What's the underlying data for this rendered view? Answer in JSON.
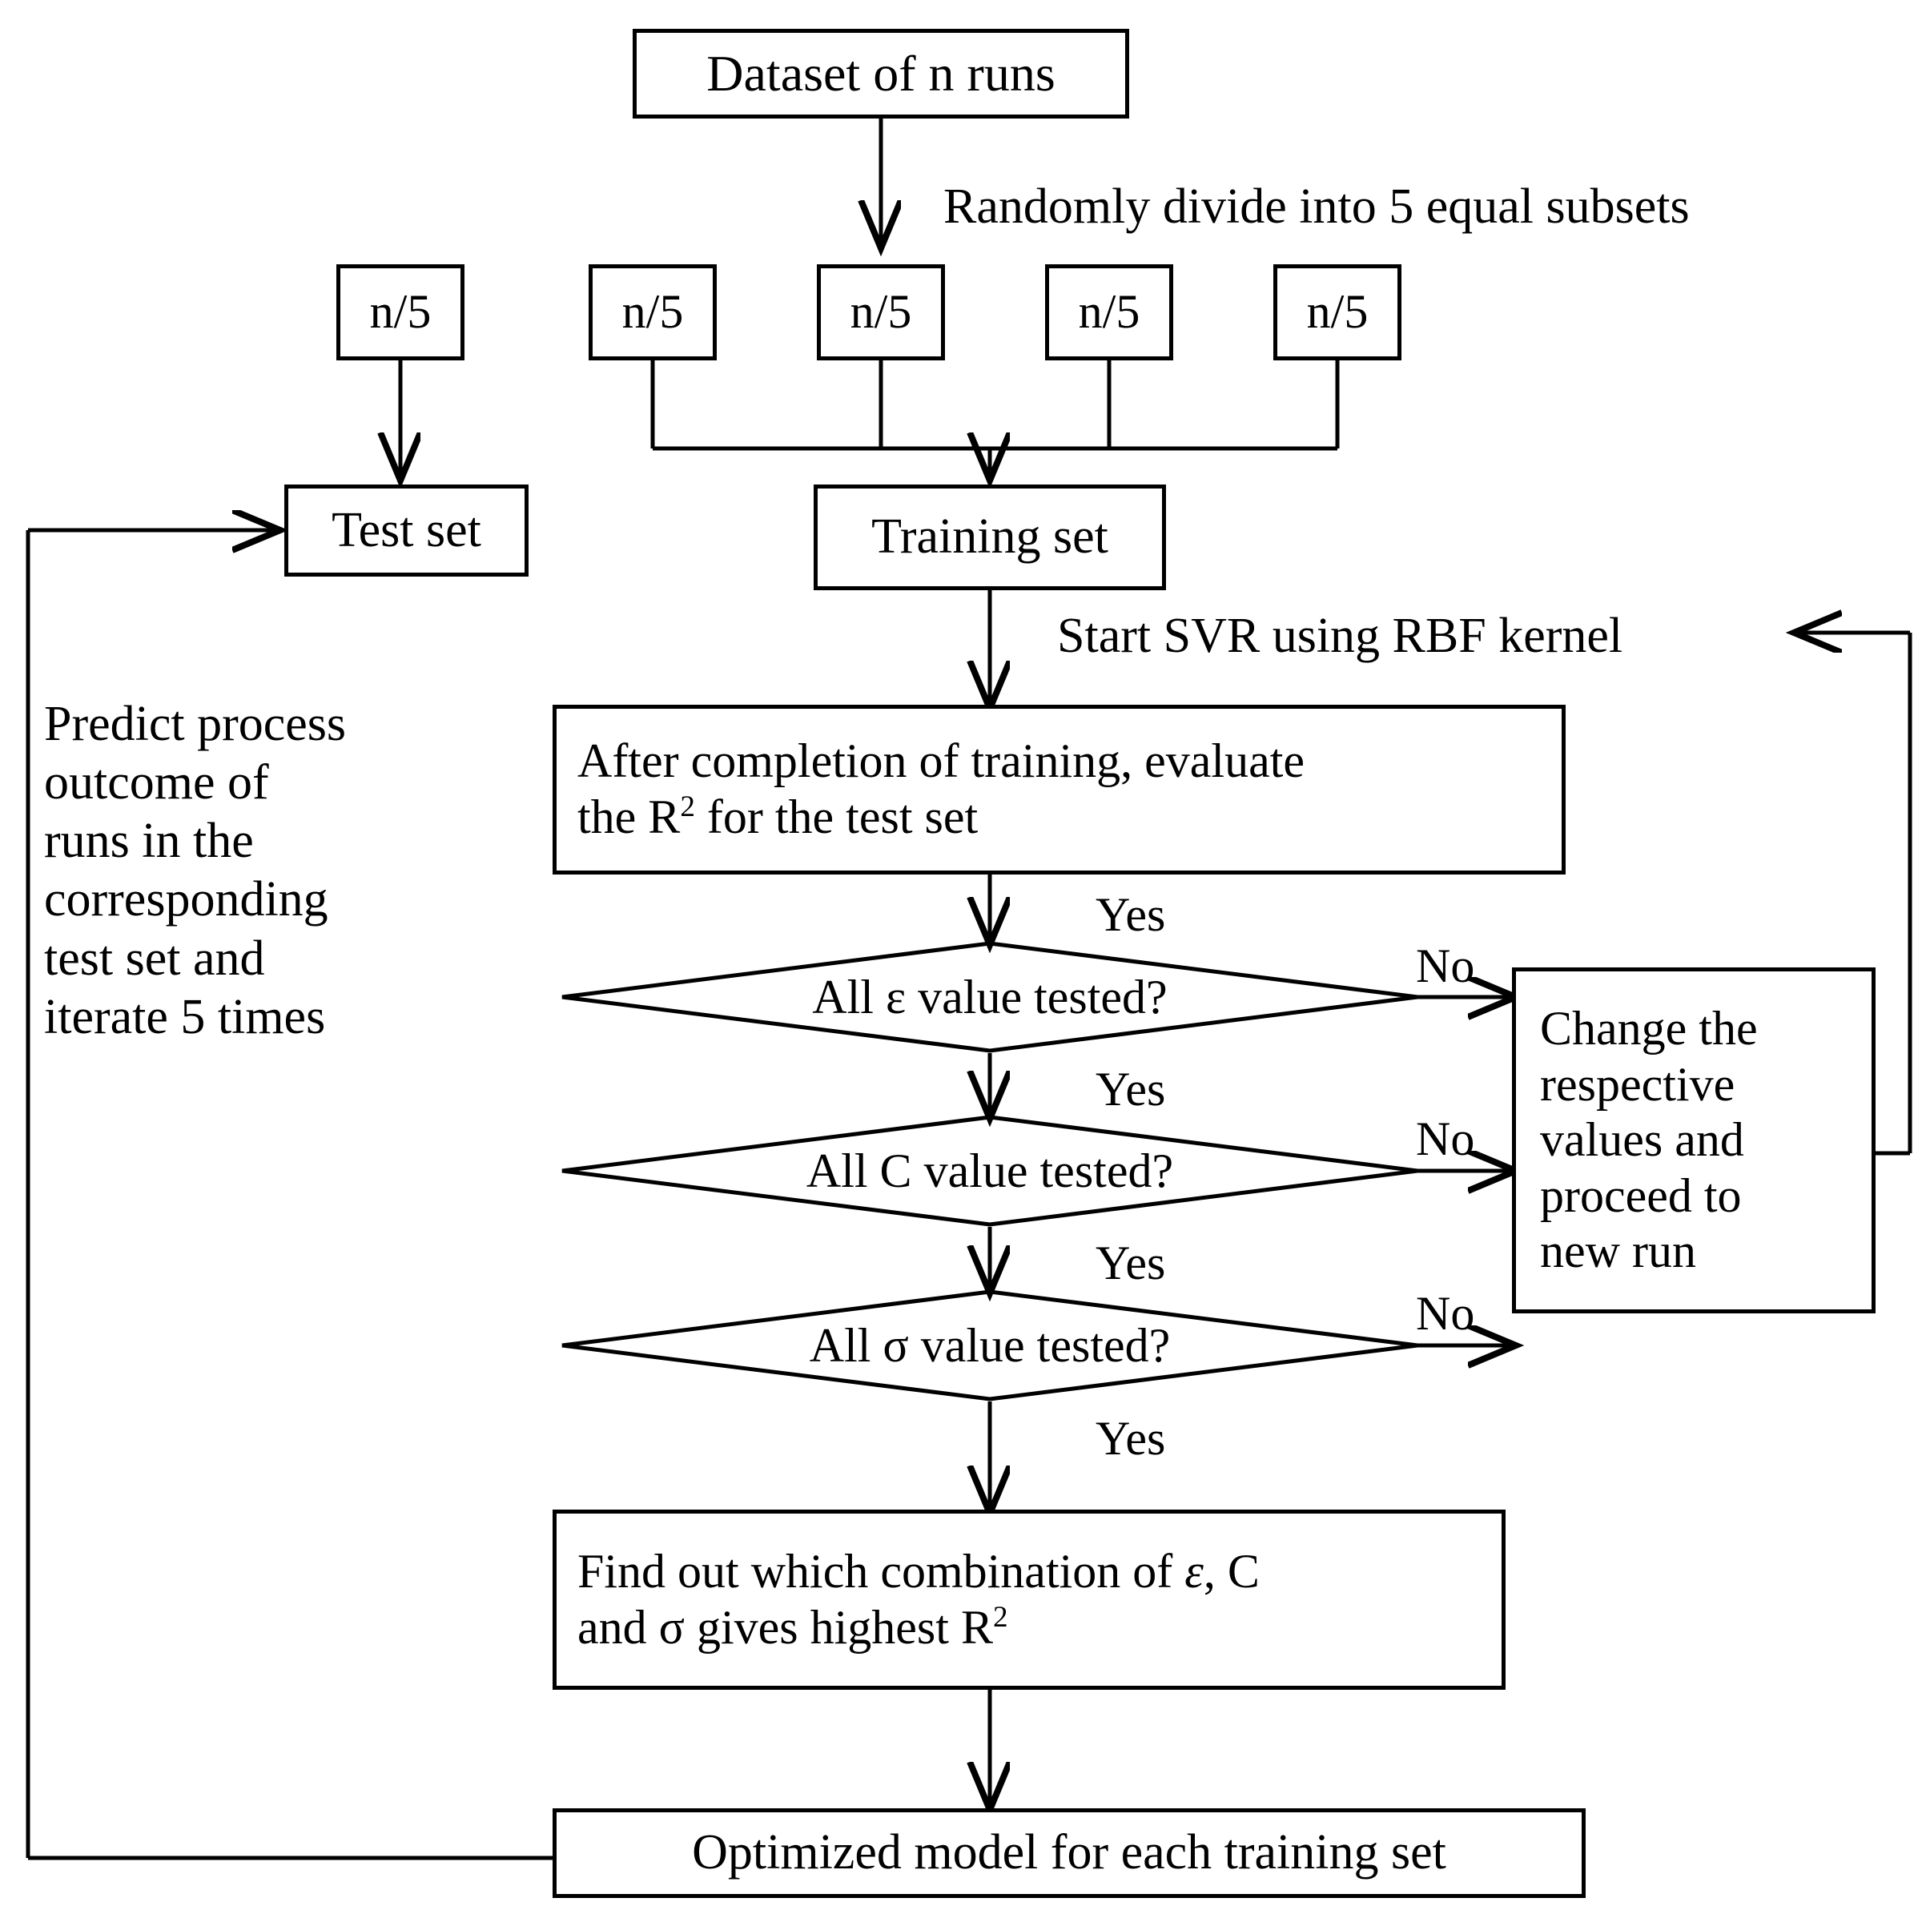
{
  "diagram": {
    "title_node": {
      "label": "Dataset of n runs"
    },
    "split_caption": "Randomly divide into 5 equal subsets",
    "subsets": [
      {
        "label": "n/5"
      },
      {
        "label": "n/5"
      },
      {
        "label": "n/5"
      },
      {
        "label": "n/5"
      },
      {
        "label": "n/5"
      }
    ],
    "test_set": {
      "label": "Test set"
    },
    "training_set": {
      "label": "Training set"
    },
    "start_svr_caption": "Start SVR using RBF kernel",
    "evaluate_box": {
      "line1": "After completion of training, evaluate",
      "line2_pre": "the R",
      "line2_sup": "2",
      "line2_post": " for the test set"
    },
    "predict_note": "Predict process\noutcome of\nruns in the\ncorresponding\ntest set and\niterate 5 times",
    "decisions": [
      {
        "label": "All ε value tested?",
        "yes": "Yes",
        "no": "No"
      },
      {
        "label": "All C value tested?",
        "yes": "Yes",
        "no": "No"
      },
      {
        "label": "All σ value tested?",
        "yes": "Yes",
        "no": "No"
      }
    ],
    "final_yes": "Yes",
    "change_box": {
      "label": "Change the\nrespective\nvalues and\nproceed to\nnew run"
    },
    "findout_box": {
      "line1_pre": "Find out which combination of ",
      "line1_eps": "ε",
      "line1_post": ", C",
      "line2_pre": "and σ gives highest R",
      "line2_sup": "2"
    },
    "optimized_box": {
      "label": "Optimized model for each training set"
    },
    "colors": {
      "stroke": "#000000",
      "background": "#ffffff",
      "text": "#000000"
    }
  }
}
